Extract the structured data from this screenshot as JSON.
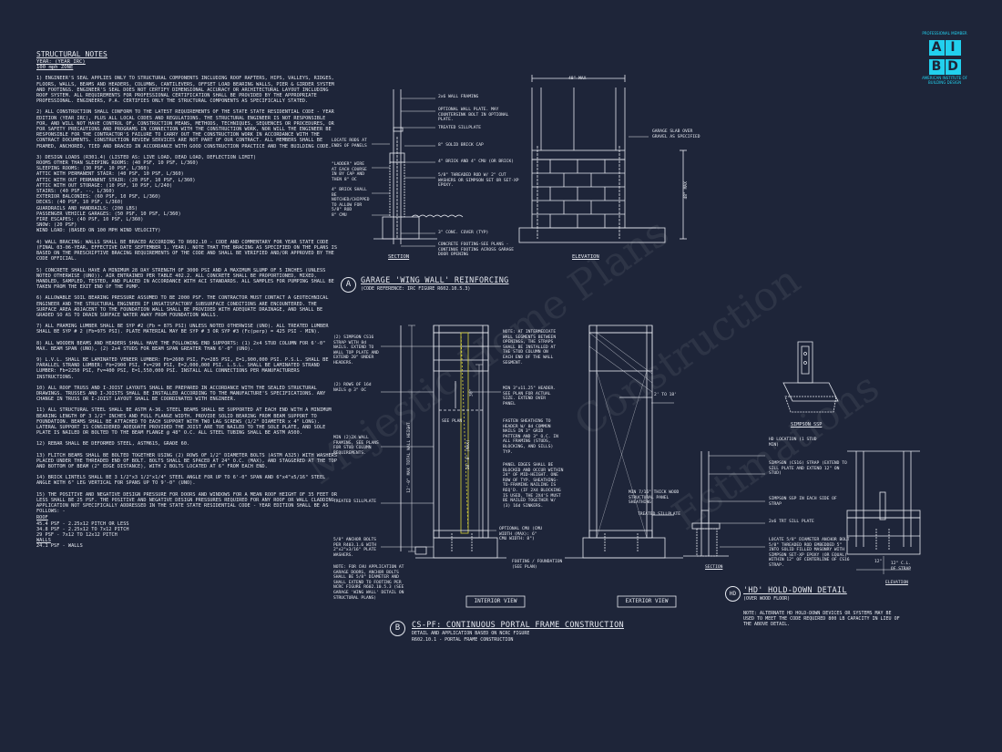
{
  "notes": {
    "title": "STRUCTURAL NOTES",
    "year_line": "YEAR: (YEAR IRC)",
    "wind_zone": "100 mph ZONE",
    "paragraphs": [
      "1) ENGINEER'S SEAL APPLIES ONLY TO STRUCTURAL COMPONENTS INCLUDING ROOF RAFTERS, HIPS, VALLEYS, RIDGES, FLOORS, WALLS, BEAMS AND HEADERS, COLUMNS, CANTILEVERS, OFFSET LOAD BEARING WALLS, PIER & GIRDER SYSTEM AND FOOTINGS. ENGINEER'S SEAL DOES NOT CERTIFY DIMENSIONAL ACCURACY OR ARCHITECTURAL LAYOUT INCLUDING ROOF SYSTEM. ALL REQUIREMENTS FOR PROFESSIONAL CERTIFICATION SHALL BE PROVIDED BY THE APPROPRIATE PROFESSIONAL. ENGINEERS, P.A. CERTIFIES ONLY THE STRUCTURAL COMPONENTS AS SPECIFICALLY STATED.",
      "2) ALL CONSTRUCTION SHALL CONFORM TO THE LATEST REQUIREMENTS OF THE STATE STATE RESIDENTIAL CODE - YEAR EDITION (YEAR IRC), PLUS ALL LOCAL CODES AND REGULATIONS. THE STRUCTURAL ENGINEER IS NOT RESPONSIBLE FOR, AND WILL NOT HAVE CONTROL OF, CONSTRUCTION MEANS, METHODS, TECHNIQUES, SEQUENCES OR PROCEDURES, OR FOR SAFETY PRECAUTIONS AND PROGRAMS IN CONNECTION WITH THE CONSTRUCTION WORK, NOR WILL THE ENGINEER BE RESPONSIBLE FOR THE CONTRACTOR'S FAILURE TO CARRY OUT THE CONSTRUCTION WORK IN ACCORDANCE WITH THE CONTRACT DOCUMENTS. CONSTRUCTION REVIEW SERVICES ARE NOT PART OF OUR CONTRACT. ALL MEMBERS SHALL BE FRAMED, ANCHORED, TIED AND BRACED IN ACCORDANCE WITH GOOD CONSTRUCTION PRACTICE AND THE BUILDING CODE.",
      "3) DESIGN LOADS (R301.4) (LISTED AS: LIVE LOAD, DEAD LOAD, DEFLECTION LIMIT)\nROOMS OTHER THAN SLEEPING ROOMS: (40 PSF, 10 PSF, L/360)\nSLEEPING ROOMS: (30 PSF, 10 PSF, L/360)\nATTIC WITH PERMANENT STAIR: (40 PSF, 10 PSF, L/360)\nATTIC WITH OUT PERMANENT STAIR: (20 PSF, 10 PSF, L/360)\nATTIC WITH OUT STORAGE: (10 PSF, 10 PSF, L/240)\nSTAIRS: (40 PSF, --, L/360)\nEXTERIOR BALCONIES: (60 PSF, 10 PSF, L/360)\nDECKS: (40 PSF, 10 PSF, L/360)\nGUARDRAILS AND HANDRAILS: (200 LBS)\nPASSENGER VEHICLE GARAGES: (50 PSF, 10 PSF, L/360)\nFIRE ESCAPES: (40 PSF, 10 PSF, L/360)\nSNOW: (20 PSF)\nWIND LOAD: (BASED ON 100 MPH WIND VELOCITY)",
      "4) WALL BRACING: WALLS SHALL BE BRACED ACCORDING TO R602.10 - CODE AND COMMENTARY FOR YEAR STATE CODE (FINAL 03-06-YEAR, EFFECTIVE DATE SEPTEMBER 1, YEAR). NOTE THAT THE BRACING AS SPECIFIED ON THE PLANS IS BASED ON THE PRESCRIPTIVE BRACING REQUIREMENTS OF THE CODE AND SHALL BE VERIFIED AND/OR APPROVED BY THE CODE OFFICIAL.",
      "5) CONCRETE SHALL HAVE A MINIMUM 28 DAY STRENGTH OF 3000 PSI AND A MAXIMUM SLUMP OF 5 INCHES (UNLESS NOTED OTHERWISE (UNO)). AIR ENTRAINED PER TABLE 402.2. ALL CONCRETE SHALL BE PROPORTIONED, MIXED, HANDLED, SAMPLED, TESTED, AND PLACED IN ACCORDANCE WITH ACI STANDARDS. ALL SAMPLES FOR PUMPING SHALL BE TAKEN FROM THE EXIT END OF THE PUMP.",
      "6) ALLOWABLE SOIL BEARING PRESSURE ASSUMED TO BE 2000 PSF. THE CONTRACTOR MUST CONTACT A GEOTECHNICAL ENGINEER AND THE STRUCTURAL ENGINEER IF UNSATISFACTORY SUBSURFACE CONDITIONS ARE ENCOUNTERED. THE SURFACE AREA ADJACENT TO THE FOUNDATION WALL SHALL BE PROVIDED WITH ADEQUATE DRAINAGE, AND SHALL BE GRADED SO AS TO DRAIN SURFACE WATER AWAY FROM FOUNDATION WALLS.",
      "7) ALL FRAMING LUMBER SHALL BE SYP #2 (Fb = 875 PSI) UNLESS NOTED OTHERWISE (UNO). ALL TREATED LUMBER SHALL BE SYP # 2 (Fb=975 PSI). PLATE MATERIAL MAY BE SYP # 3 OR SYP #3 (Fc(perp) = 425 PSI - MIN).",
      "8) ALL WOODEN BEAMS AND HEADERS SHALL HAVE THE FOLLOWING END SUPPORTS: (1) 2x4 STUD COLUMN FOR 6'-0\" MAX. BEAM SPAN (UNO), (2) 2x4 STUDS FOR BEAM SPAN GREATER THAN 6'-0\" (UNO).",
      "9) L.V.L. SHALL BE LAMINATED VENEER LUMBER: Fb=2600 PSI, Fv=285 PSI, E=1,900,000 PSI. P.S.L. SHALL BE PARALLEL STRAND LUMBER: Fb=2900 PSI, Fv=290 PSI, E=2,000,000 PSI. L.S.L. SHALL BE LAMINATED STRAND LUMBER: Fb=2250 PSI, Fv=400 PSI, E=1,550,000 PSI. INSTALL ALL CONNECTIONS PER MANUFACTURERS INSTRUCTIONS.",
      "10) ALL ROOF TRUSS AND I-JOIST LAYOUTS SHALL BE PREPARED IN ACCORDANCE WITH THE SEALED STRUCTURAL DRAWINGS. TRUSSES AND I-JOISTS SHALL BE INSTALLED ACCORDING TO THE MANUFACTURE'S SPECIFICATIONS. ANY CHANGE IN TRUSS OR I-JOIST LAYOUT SHALL BE COORDINATED WITH ENGINEER.",
      "11) ALL STRUCTURAL STEEL SHALL BE ASTM A-36. STEEL BEAMS SHALL BE SUPPORTED AT EACH END WITH A MINIMUM BEARING LENGTH OF 3 1/2\" INCHES AND FULL FLANGE WIDTH. PROVIDE SOLID BEARING FROM BEAM SUPPORT TO FOUNDATION. BEAMS SHALL BE ATTACHED TO EACH SUPPORT WITH TWO LAG SCREWS (1/2\" DIAMETER x 4\" LONG). LATERAL SUPPORT IS CONSIDERED ADEQUATE PROVIDED THE JOIST ARE TOE NAILED TO THE SOLE PLATE, AND SOLE PLATE IS NAILED OR BOLTED TO THE BEAM FLANGE @ 48\" O.C. ALL STEEL TUBING SHALL BE ASTM A500.",
      "12) REBAR SHALL BE DEFORMED STEEL, ASTM615, GRADE 60.",
      "13) FLITCH BEAMS SHALL BE BOLTED TOGETHER USING (2) ROWS OF 1/2\" DIAMETER BOLTS (ASTM A325) WITH WASHERS PLACED UNDER THE THREADED END OF BOLT. BOLTS SHALL BE SPACED AT 24\" O.C. (MAX), AND STAGGERED AT THE TOP AND BOTTOM OF BEAM (2\" EDGE DISTANCE), WITH 2 BOLTS LOCATED AT 6\" FROM EACH END.",
      "14) BRICK LINTELS SHALL BE 3 1/2\"x3 1/2\"x1/4\" STEEL ANGLE FOR UP TO 6'-0\" SPAN AND 6\"x4\"x5/16\" STEEL ANGLE WITH 6\" LEG VERTICAL FOR SPANS UP TO 9'-0\" (UNO).",
      "15) THE POSITIVE AND NEGATIVE DESIGN PRESSURE FOR DOORS AND WINDOWS FOR A MEAN ROOF HEIGHT OF 35 FEET OR LESS SHALL BE 25 PSF. THE POSITIVE AND NEGATIVE DESIGN PRESSURES REQUIRED FOR ANY ROOF OR WALL CLADDING APPLICATION NOT SPECIFICALLY ADDRESSED IN THE STATE STATE RESIDENTIAL CODE - YEAR EDITION SHALL BE AS FOLLOWS: -"
    ],
    "roof_heading": "ROOF",
    "roof_lines": [
      "45.4 PSF - 2.25x12 PITCH OR LESS",
      "34.8 PSF - 2.25x12 TO 7x12 PITCH",
      "29 PSF - 7x12 TO 12x12 PITCH"
    ],
    "walls_heading": "WALLS",
    "walls_lines": [
      "24.1 PSF - WALLS"
    ]
  },
  "logo": {
    "top_text": "PROFESSIONAL MEMBER",
    "letters": [
      "A",
      "I",
      "B",
      "D"
    ],
    "bottom_text": "AMERICAN INSTITUTE OF BUILDING DESIGN"
  },
  "detail_a": {
    "marker": "A",
    "title": "GARAGE 'WING WALL' REINFORCING",
    "subtitle": "(CODE REFERENCE: IRC FIGURE R602.10.5.3)",
    "section_label": "SECTION",
    "elevation_label": "ELEVATION",
    "dim_max_width": "48\" MAX",
    "dim_max_height": "48\" MAX",
    "labels": [
      "2x6 WALL FRAMING",
      "OPTIONAL WALL PLATE. MAY COUNTERSINK BOLT IN OPTIONAL PLATE.",
      "TREATED SILLPLATE",
      "8\" SOLID BRICK CAP",
      "4\" BRICK AND 4\" CMU (OR BRICK)",
      "5/8\" THREADED ROD W/ 2\" CUT WASHERS OR SIMPSON SET OR SET-XP EPOXY.",
      "3\" CONC. COVER (TYP)",
      "CONCRETE FOOTING-SEE PLANS - CONTINUE FOOTING ACROSS GARAGE DOOR OPENING",
      "LOCATE RODS AT ENDS OF PANELS",
      "\"LADDER\" WIRE AT EACH COURSE IN BY CAP AND THEN 8\" OC",
      "4\" BRICK SHALL BE NOTCHED/CHIPPED TO ALLOW FOR 5/8\" ROD",
      "8\" CMU",
      "GARAGE SLAB OVER GRAVEL AS SPECIFIED"
    ]
  },
  "detail_b": {
    "marker": "B",
    "title": "CS-PF: CONTINUOUS PORTAL FRAME CONSTRUCTION",
    "subtitle_1": "DETAIL AND APPLICATION BASED ON NCRC FIGURE",
    "subtitle_2": "R602.10.1 - PORTAL FRAME CONSTRUCTION",
    "interior_view": "INTERIOR VIEW",
    "exterior_view": "EXTERIOR VIEW",
    "dim_wall_height": "12'-0\" MAX TOTAL WALL HEIGHT",
    "dim_header": "10'-0\" (MAX)",
    "dim_header_small": "30\"",
    "dim_width": "2' TO 18'",
    "labels": [
      "(2) SIMPSON CS16 STRAP WITH 8d NAILS. EXTEND TO WALL TOP PLATE AND EXTEND 20\" UNDER HEADERS.",
      "(2) ROWS OF 16d NAILS @ 3\" OC",
      "MIN (2)2X WALL FRAMING, SEE PLANS FOR STUD COLUMN REQUIREMENTS.",
      "TREATED SILLPLATE",
      "5/8\" ANCHOR BOLTS PER R403.1.6 WITH 2\"x2\"x3/16\" PLATE WASHERS.",
      "NOTE: FOR CHU APPLICATION AT GARAGE DOORS, ANCHOR BOLTS SHALL BE 5/8\" DIAMETER AND SHALL EXTEND TO FOOTING PER NCRC FIGURE R602.10.5.3 (SEE GARAGE 'WING WALL' DETAIL ON STRUCTURAL PLANS)",
      "NOTE: AT INTERMEDIATE WALL SEGMENTS BETWEEN OPENINGS, THE STRAPS SHALL BE INSTALLED AT THE STUD COLUMN ON EACH END OF THE WALL SEGMENT.",
      "MIN 3\"x11.25\" HEADER. SEE PLAN FOR ACTUAL SIZE. EXTEND OVER PANEL",
      "SEE PLAN",
      "FASTEN SHEATHING TO HEADER W/ 8d COMMON NAILS IN 3\" GRID PATTERN AND 3\" O.C. IN ALL FRAMING (STUDS, BLOCKING, AND SILLS) TYP.",
      "PANEL EDGES SHALL BE BLOCKED AND OCCUR WITHIN 24\" OF MID-HEIGHT. ONE ROW OF TYP. SHEATHING-TO-FRAMING NAILING IS REQ'D. (IF 2X4 BLOCKING IS USED, THE 2X4'S MUST BE NAILED TOGETHER W/ (3) 16d SINKERS.",
      "MIN 7/16\" THICK WOOD STRUCTURAL PANEL SHEATHING",
      "TREATED SILLPLATE",
      "OPTIONAL CMU (CMU WIDTH (MAX): 6\" CMU WIDTH: 8\")",
      "FOOTING / FOUNDATION (SEE PLAN)"
    ]
  },
  "simpson": {
    "label": "SIMPSON SSP"
  },
  "detail_hd": {
    "marker": "HD",
    "title": "'HD' HOLD-DOWN DETAIL",
    "subtitle": "(OVER WOOD FLOOR)",
    "section_label": "SECTION",
    "elevation_label": "ELEVATION",
    "dim_12": "12\"",
    "dim_12b": "12\" C.L. OF STRAP",
    "labels": [
      "HD LOCATION (1 STUD MIN)",
      "SIMPSON (CS16) STRAP (EXTEND TO SILL PLATE AND EXTEND 12\" ON STUD)",
      "SIMPSON SSP IN EACH SIDE OF STRAP",
      "2x6 TRT SILL PLATE",
      "LOCATE 5/8\" DIAMETER ANCHOR BOLT 5/8\" THREADED ROD EMBEDDED 5\" INTO SOLID FILLED MASONRY WITH SIMPSON SET-XP EPOXY (OR EQUAL) WITHIN 12\" OF CENTERLINE OF CS16 STRAP."
    ],
    "note": "NOTE: ALTERNATE HD HOLD-DOWN DEVICES OR SYSTEMS MAY BE USED TO MEET THE CODE REQUIRED 800 LB CAPACITY IN LIEU OF THE ABOVE DETAIL."
  },
  "watermark": [
    "Majestic Home Plans",
    "Construction",
    "Estimations"
  ]
}
